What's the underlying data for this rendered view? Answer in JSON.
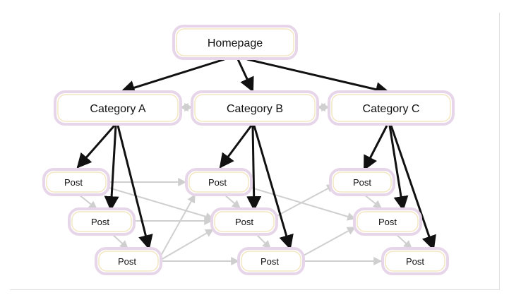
{
  "diagram": {
    "homepage": {
      "label": "Homepage"
    },
    "categories": [
      {
        "id": "a",
        "label": "Category A"
      },
      {
        "id": "b",
        "label": "Category B"
      },
      {
        "id": "c",
        "label": "Category C"
      }
    ],
    "posts": [
      {
        "id": "a1",
        "label": "Post"
      },
      {
        "id": "a2",
        "label": "Post"
      },
      {
        "id": "a3",
        "label": "Post"
      },
      {
        "id": "b1",
        "label": "Post"
      },
      {
        "id": "b2",
        "label": "Post"
      },
      {
        "id": "b3",
        "label": "Post"
      },
      {
        "id": "c1",
        "label": "Post"
      },
      {
        "id": "c2",
        "label": "Post"
      },
      {
        "id": "c3",
        "label": "Post"
      }
    ],
    "colors": {
      "primary_arrow": "#111111",
      "cross_link": "#cfcfcf",
      "node_outer": "#e7d6ea",
      "node_inner": "#f3e6c0",
      "node_fill": "#ffffff"
    }
  }
}
